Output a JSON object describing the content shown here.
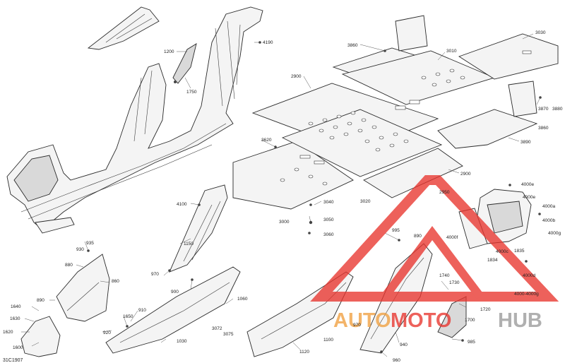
{
  "diagram": {
    "figure_code": "31C1907",
    "callouts": {
      "c1200": "1200",
      "c4190": "4190",
      "c1750": "1750",
      "c3860": "3860",
      "c3010": "3010",
      "c3030": "3030",
      "c2900a": "2900",
      "c3870": "3870",
      "c3880": "3880",
      "c3860b": "3860",
      "c3620": "3620",
      "c3890": "3890",
      "c2900b": "2900",
      "c4000e1": "4000e",
      "c4000e2": "4000e",
      "c3040": "3040",
      "c2950": "2950",
      "c4000a": "4000a",
      "c3020": "3020",
      "c4000b": "4000b",
      "c3000": "3000",
      "c3050": "3050",
      "c4000g": "4000g",
      "c3060": "3060",
      "c4100a": "4100",
      "c995": "995",
      "c890a": "890",
      "c4000f": "4000f",
      "c1150": "1150",
      "c935": "935",
      "c930": "930",
      "c880": "880",
      "c1834": "1834",
      "c4000c": "4000c",
      "c1835": "1835",
      "c4000d": "4000d",
      "c970a": "970",
      "c860": "860",
      "c900": "900",
      "c1740": "1740",
      "c1730": "1730",
      "c4000g2": "4000-4000g",
      "c890b": "890",
      "c1060": "1060",
      "c1640": "1640",
      "c910": "910",
      "c1650": "1650",
      "c1720": "1720",
      "c1630": "1630",
      "c920": "920",
      "c3072": "3072",
      "c970b": "970",
      "c1620": "1620",
      "c3075": "3075",
      "c1100": "1100",
      "c1700": "1700",
      "c1600": "1600",
      "c1030": "1030",
      "c985": "985",
      "c940": "940",
      "c1120": "1120",
      "c960": "960"
    }
  },
  "watermark": {
    "part1": "AUTO",
    "part2": "MOTO",
    "part3": "HUB",
    "color_red": "#e8352e",
    "color_orange": "#f0a040",
    "color_gray": "#9a9a9a"
  }
}
